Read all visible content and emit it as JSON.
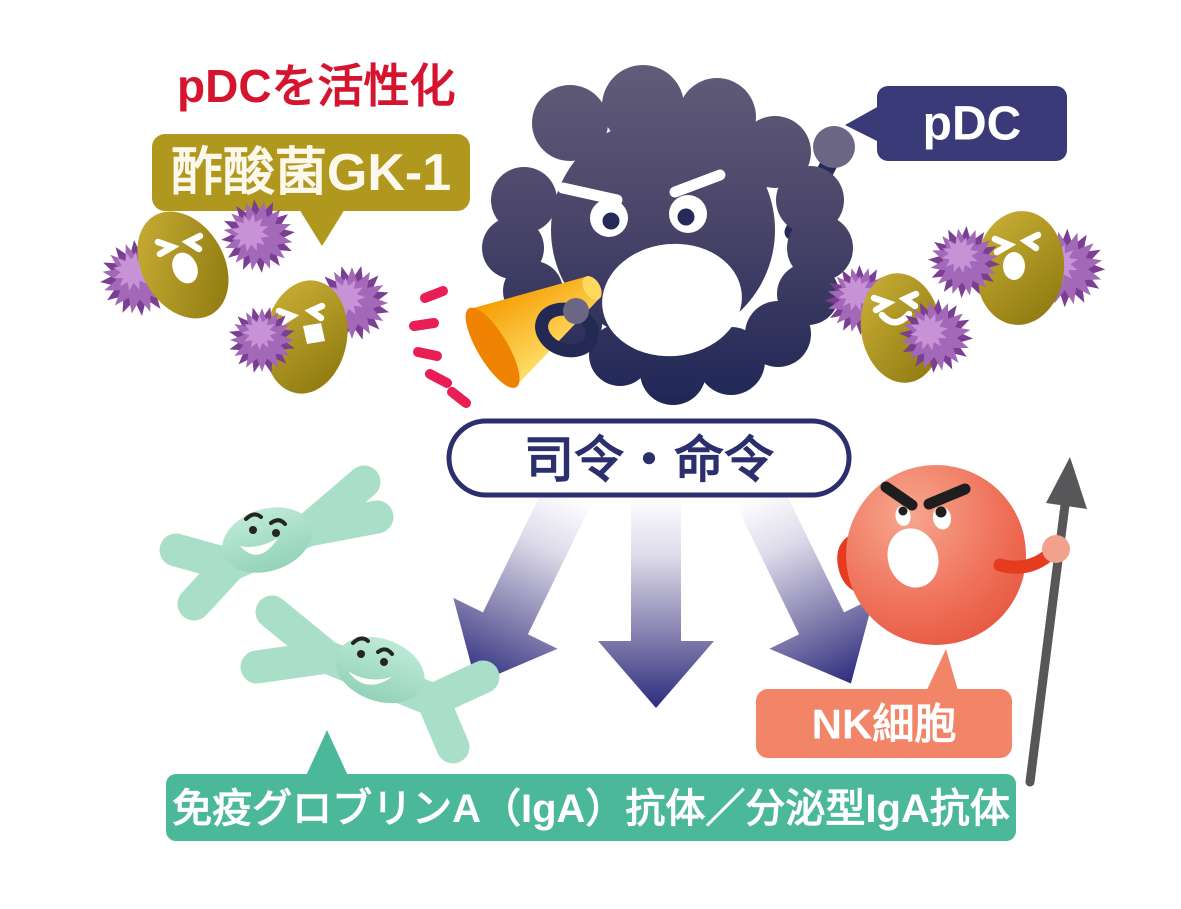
{
  "title": {
    "activation_note": "pDCを活性化"
  },
  "labels": {
    "gk1": "酢酸菌GK-1",
    "pdc": "pDC",
    "command": "司令・命令",
    "nk": "NK細胞",
    "banner": "免疫グロブリンA（IgA）抗体／分泌型IgA抗体"
  },
  "colors": {
    "background": "#ffffff",
    "red_title": "#d5152f",
    "olive_bubble": "#b0971e",
    "bubble_text": "#fdf8ec",
    "navy_label": "#3b3a78",
    "command_navy": "#2c2f6e",
    "arrow_navy": "#2c2d7e",
    "cloud_top": "#5d5776",
    "cloud_bottom": "#1f2656",
    "fist_gray": "#6c6685",
    "megaphone_yellow": "#ffd64f",
    "megaphone_orange": "#f59c00",
    "sound_pink": "#e81e55",
    "pompom_purple": "#a368b8",
    "bacteria_olive": "#b09a22",
    "antibody_mint": "#a9dfc9",
    "nk_red": "#e8573f",
    "nk_arm_red": "#e63b1f",
    "nk_label_salmon": "#f28568",
    "banner_teal": "#4cb89a",
    "spear_gray": "#57575a",
    "white": "#ffffff"
  }
}
